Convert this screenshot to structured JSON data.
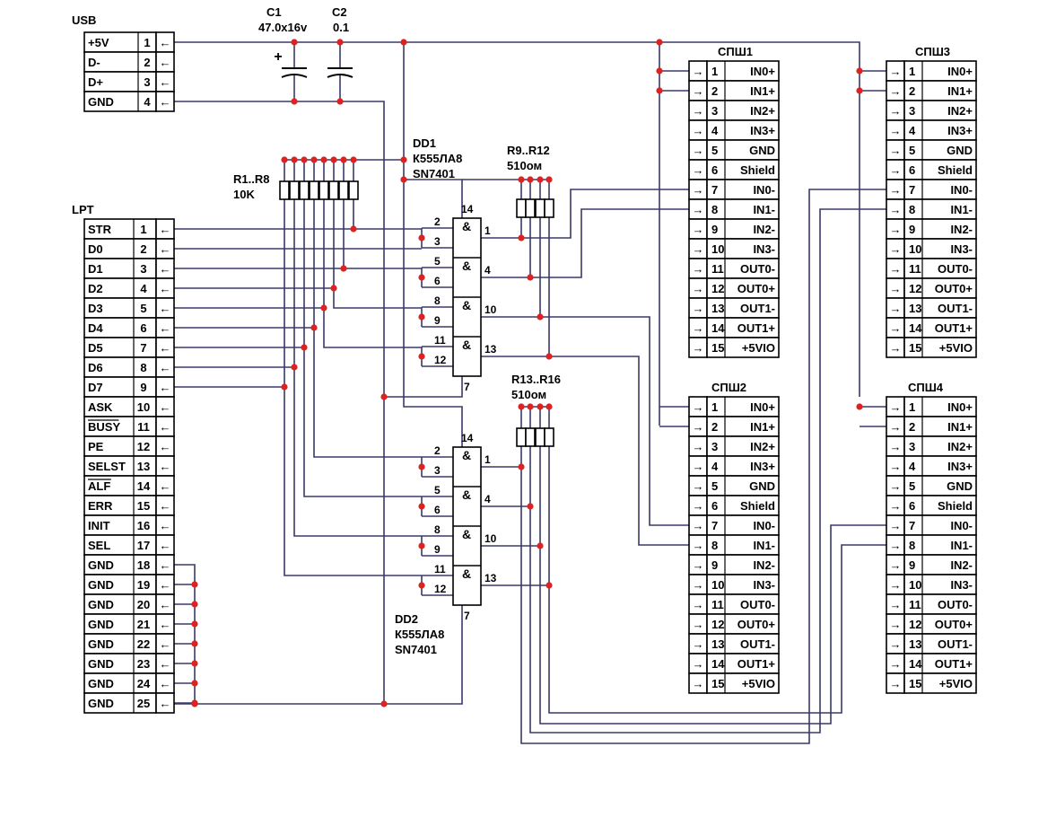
{
  "usb": {
    "title": "USB",
    "pins": [
      {
        "name": "+5V",
        "num": "1"
      },
      {
        "name": "D-",
        "num": "2"
      },
      {
        "name": "D+",
        "num": "3"
      },
      {
        "name": "GND",
        "num": "4"
      }
    ]
  },
  "lpt": {
    "title": "LPT",
    "pins": [
      {
        "name": "STR",
        "num": "1",
        "over": false
      },
      {
        "name": "D0",
        "num": "2",
        "over": false
      },
      {
        "name": "D1",
        "num": "3",
        "over": false
      },
      {
        "name": "D2",
        "num": "4",
        "over": false
      },
      {
        "name": "D3",
        "num": "5",
        "over": false
      },
      {
        "name": "D4",
        "num": "6",
        "over": false
      },
      {
        "name": "D5",
        "num": "7",
        "over": false
      },
      {
        "name": "D6",
        "num": "8",
        "over": false
      },
      {
        "name": "D7",
        "num": "9",
        "over": false
      },
      {
        "name": "ASK",
        "num": "10",
        "over": false
      },
      {
        "name": "BUSY",
        "num": "11",
        "over": true
      },
      {
        "name": "PE",
        "num": "12",
        "over": false
      },
      {
        "name": "SELST",
        "num": "13",
        "over": false
      },
      {
        "name": "ALF",
        "num": "14",
        "over": true
      },
      {
        "name": "ERR",
        "num": "15",
        "over": false
      },
      {
        "name": "INIT",
        "num": "16",
        "over": false
      },
      {
        "name": "SEL",
        "num": "17",
        "over": false
      },
      {
        "name": "GND",
        "num": "18",
        "over": false
      },
      {
        "name": "GND",
        "num": "19",
        "over": false
      },
      {
        "name": "GND",
        "num": "20",
        "over": false
      },
      {
        "name": "GND",
        "num": "21",
        "over": false
      },
      {
        "name": "GND",
        "num": "22",
        "over": false
      },
      {
        "name": "GND",
        "num": "23",
        "over": false
      },
      {
        "name": "GND",
        "num": "24",
        "over": false
      },
      {
        "name": "GND",
        "num": "25",
        "over": false
      }
    ]
  },
  "arrow_left": "←",
  "arrow_right": "→",
  "components": {
    "c1_ref": "C1",
    "c1_val": "47.0x16v",
    "c2_ref": "C2",
    "c2_val": "0.1",
    "c1_plus": "+",
    "r1_ref": "R1..R8",
    "r1_val": "10K",
    "r9_ref": "R9..R12",
    "r9_val": "510ом",
    "r13_ref": "R13..R16",
    "r13_val": "510ом",
    "dd1_ref": "DD1",
    "dd1_part": "К555ЛА8",
    "dd1_alt": "SN7401",
    "dd2_ref": "DD2",
    "dd2_part": "К555ЛА8",
    "dd2_alt": "SN7401",
    "gate_symbol": "&"
  },
  "chip_pins": {
    "in_a": [
      "2",
      "5",
      "8",
      "11"
    ],
    "in_b": [
      "3",
      "6",
      "9",
      "12"
    ],
    "out": [
      "1",
      "4",
      "10",
      "13"
    ],
    "vcc": "14",
    "gnd": "7"
  },
  "connector_pins": [
    {
      "num": "1",
      "name": "IN0+"
    },
    {
      "num": "2",
      "name": "IN1+"
    },
    {
      "num": "3",
      "name": "IN2+"
    },
    {
      "num": "4",
      "name": "IN3+"
    },
    {
      "num": "5",
      "name": "GND"
    },
    {
      "num": "6",
      "name": "Shield"
    },
    {
      "num": "7",
      "name": "IN0-"
    },
    {
      "num": "8",
      "name": "IN1-"
    },
    {
      "num": "9",
      "name": "IN2-"
    },
    {
      "num": "10",
      "name": "IN3-"
    },
    {
      "num": "11",
      "name": "OUT0-"
    },
    {
      "num": "12",
      "name": "OUT0+"
    },
    {
      "num": "13",
      "name": "OUT1-"
    },
    {
      "num": "14",
      "name": "OUT1+"
    },
    {
      "num": "15",
      "name": "+5VIO"
    }
  ],
  "connectors": [
    {
      "title": "СПШ1"
    },
    {
      "title": "СПШ3"
    },
    {
      "title": "СПШ2"
    },
    {
      "title": "СПШ4"
    }
  ],
  "colors": {
    "wire": "#3a3a6a",
    "junction": "#dd2222",
    "outline": "#000000"
  }
}
